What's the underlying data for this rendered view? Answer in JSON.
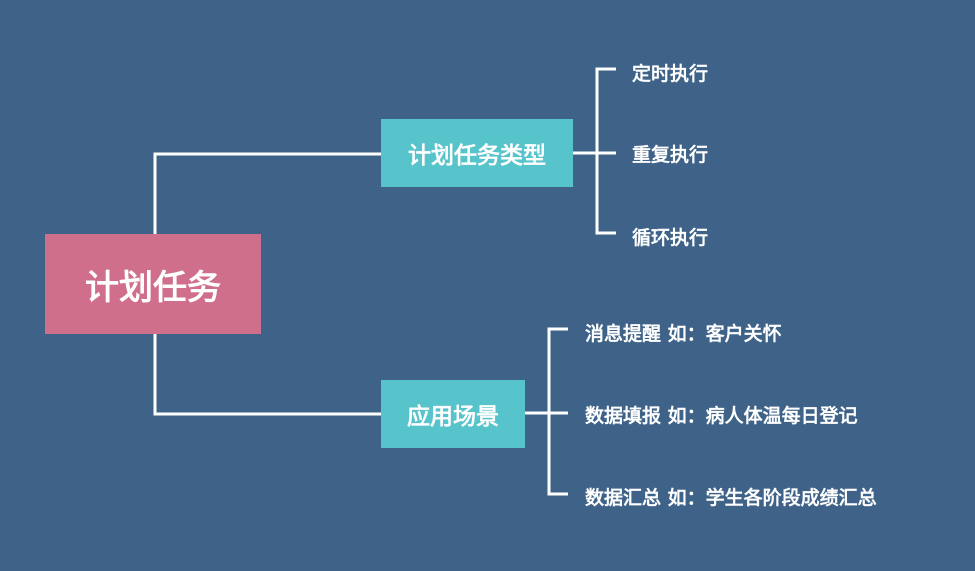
{
  "colors": {
    "background": "#3f6388",
    "root_fill": "#d06f8b",
    "branch_fill": "#57c3cb",
    "line": "#ffffff",
    "text": "#ffffff"
  },
  "root": {
    "label": "计划任务"
  },
  "branches": [
    {
      "label": "计划任务类型",
      "children": [
        "定时执行",
        "重复执行",
        "循环执行"
      ]
    },
    {
      "label": "应用场景",
      "children": [
        "消息提醒 如：客户关怀",
        "数据填报 如：病人体温每日登记",
        "数据汇总 如：学生各阶段成绩汇总"
      ]
    }
  ]
}
